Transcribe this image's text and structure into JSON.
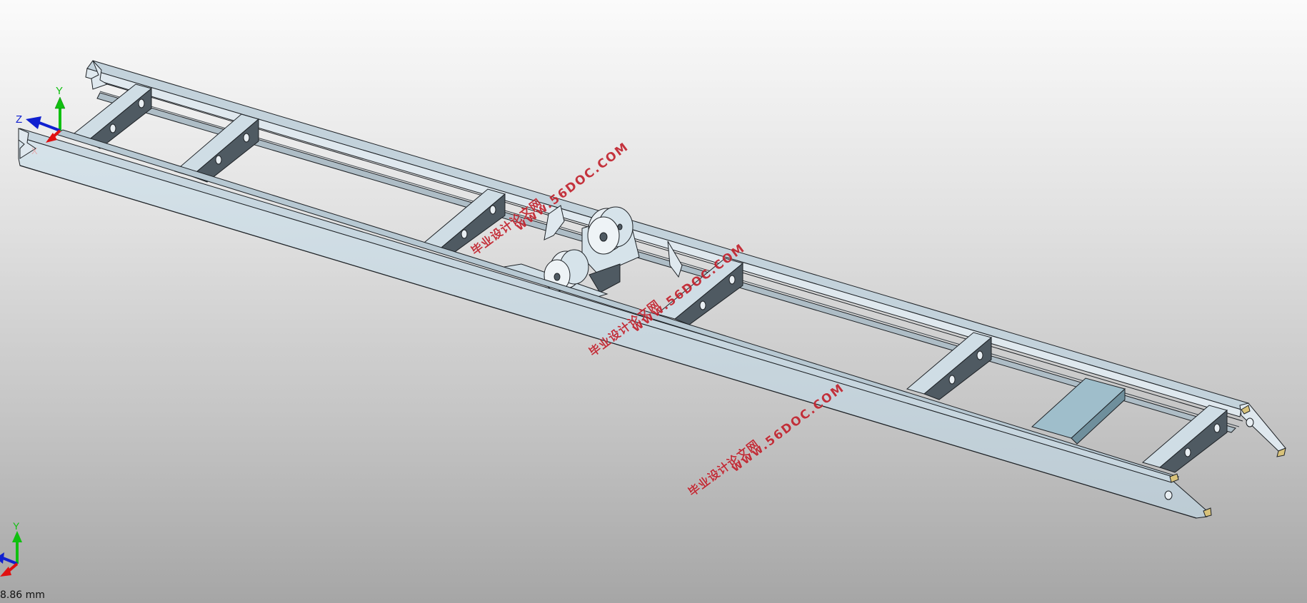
{
  "viewer": {
    "scale_readout": "8.86 mm",
    "colors": {
      "frame_light": "#d4e2ea",
      "frame_mid": "#b7c8d2",
      "frame_dark": "#4f5a62",
      "edge": "#1e2226",
      "axis_x": "#e01010",
      "axis_y": "#10c010",
      "axis_z": "#1020d0",
      "watermark": "#c0202b"
    }
  },
  "triad_top": {
    "x_label": "X",
    "y_label": "Y",
    "z_label": "Z"
  },
  "triad_bottom": {
    "y_label": "Y"
  },
  "watermarks": [
    {
      "cn": "毕业设计论文网",
      "url": "www.56DOC.COM"
    },
    {
      "cn": "毕业设计论文网",
      "url": "www.56DOC.COM"
    },
    {
      "cn": "毕业设计论文网",
      "url": "www.56DOC.COM"
    }
  ]
}
